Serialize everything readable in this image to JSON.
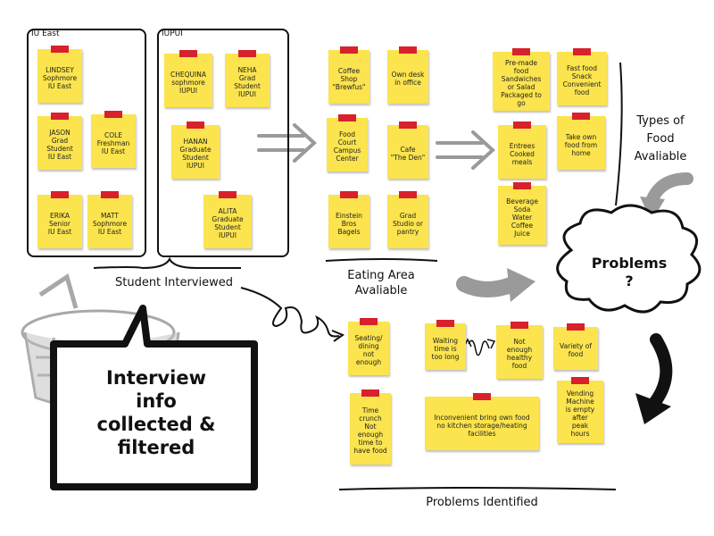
{
  "groups": {
    "iu_east": "IU East",
    "iupui": "IUPUI"
  },
  "students": {
    "lindsey": "LINDSEY\nSophmore\nIU East",
    "jason": "JASON\nGrad\nStudent\nIU East",
    "cole": "COLE\nFreshman\nIU East",
    "erika": "ERIKA\nSenior\nIU East",
    "matt": "MATT\nSophmore\nIU East",
    "chequina": "CHEQUINA\nsophmore\nIUPUI",
    "neha": "NEHA\nGrad\nStudent\nIUPUI",
    "hanan": "HANAN\nGraduate\nStudent\nIUPUI",
    "alita": "ALITA\nGraduate\nStudent\nIUPUI"
  },
  "eating": {
    "coffee": "Coffee\nShop\n\"Brewfus\"",
    "desk": "Own desk\nin office",
    "foodcourt": "Food\nCourt\nCampus\nCenter",
    "cafe": "Cafe\n\"The Den\"",
    "einstein": "Einstein\nBros\nBagels",
    "grad": "Grad\nStudio or\npantry"
  },
  "food": {
    "premade": "Pre-made\nfood\nSandwiches\nor Salad\nPackaged to\ngo",
    "fastfood": "Fast food\nSnack\nConvenient\nfood",
    "entrees": "Entrees\nCooked\nmeals",
    "takeown": "Take own\nfood from\nhome",
    "beverage": "Beverage\nSoda\nWater\nCoffee\nJuice"
  },
  "problems": {
    "seating": "Seating/\ndining\nnot\nenough",
    "waiting": "Waiting\ntime is\ntoo long",
    "healthy": "Not\nenough\nhealthy\nfood",
    "variety": "Variety of\nfood",
    "timecrunch": "Time\ncrunch\nNot\nenough\ntime to\nhave food",
    "inconvenient": "Inconvenient bring own food\nno kitchen storage/heating\nfacilities",
    "vending": "Vending\nMachine\nis empty\nafter\npeak\nhours"
  },
  "labels": {
    "students_interviewed": "Student Interviewed",
    "eating_area": "Eating Area\nAvaliable",
    "types_food": "Types of\nFood\nAvaliable",
    "problems": "Problems\n?",
    "interview_info": "Interview\ninfo\ncollected &\nfiltered",
    "problems_identified": "Problems Identified"
  },
  "colors": {
    "note": "#fbe44d",
    "tab": "#d8212b",
    "gray_arrow": "#9a9a9a"
  }
}
